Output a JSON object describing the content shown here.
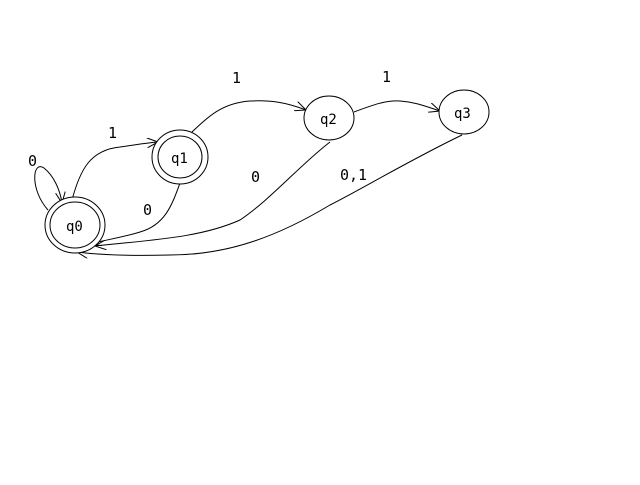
{
  "states": [
    {
      "id": "q0",
      "label": "q0",
      "accepting": true
    },
    {
      "id": "q1",
      "label": "q1",
      "accepting": true
    },
    {
      "id": "q2",
      "label": "q2",
      "accepting": false
    },
    {
      "id": "q3",
      "label": "q3",
      "accepting": false
    }
  ],
  "transitions": [
    {
      "from": "q0",
      "to": "q0",
      "label": "0"
    },
    {
      "from": "q0",
      "to": "q1",
      "label": "1"
    },
    {
      "from": "q1",
      "to": "q2",
      "label": "1"
    },
    {
      "from": "q2",
      "to": "q3",
      "label": "1"
    },
    {
      "from": "q1",
      "to": "q0",
      "label": "0"
    },
    {
      "from": "q2",
      "to": "q0",
      "label": "0"
    },
    {
      "from": "q3",
      "to": "q0",
      "label": "0,1"
    }
  ]
}
